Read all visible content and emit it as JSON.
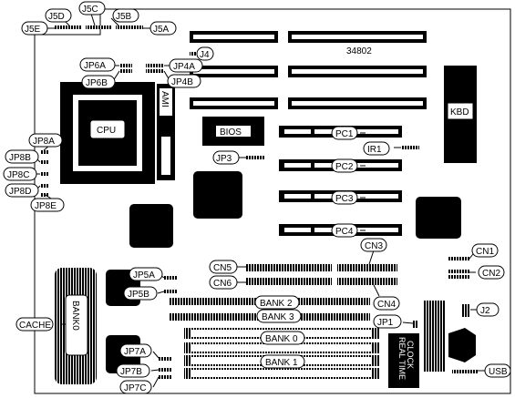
{
  "board_id": "34802",
  "labels": {
    "j5e": "J5E",
    "j5d": "J5D",
    "j5c": "J5C",
    "j5b": "J5B",
    "j5a": "J5A",
    "j4": "J4",
    "jp6a": "JP6A",
    "jp6b": "JP6B",
    "jp4a": "JP4A",
    "jp4b": "JP4B",
    "cpu": "CPU",
    "ami": "AMI",
    "bios": "BIOS",
    "kbd": "KBD",
    "pc1": "PC1",
    "pc2": "PC2",
    "pc3": "PC3",
    "pc4": "PC4",
    "ir1": "IR1",
    "jp3": "JP3",
    "jp8a": "JP8A",
    "jp8b": "JP8B",
    "jp8c": "JP8C",
    "jp8d": "JP8D",
    "jp8e": "JP8E",
    "cn1": "CN1",
    "cn2": "CN2",
    "cn3": "CN3",
    "cn4": "CN4",
    "cn5": "CN5",
    "cn6": "CN6",
    "jp5a": "JP5A",
    "jp5b": "JP5B",
    "bank2": "BANK 2",
    "bank3": "BANK 3",
    "bank0": "BANK 0",
    "bank1": "BANK 1",
    "cache": "CACHE",
    "cache_bank": "BANK0",
    "jp1": "JP1",
    "j2": "J2",
    "rtc_line1": "REAL TIME",
    "rtc_line2": "CLOCK",
    "jp7a": "JP7A",
    "jp7b": "JP7B",
    "jp7c": "JP7C",
    "usb": "USB"
  }
}
